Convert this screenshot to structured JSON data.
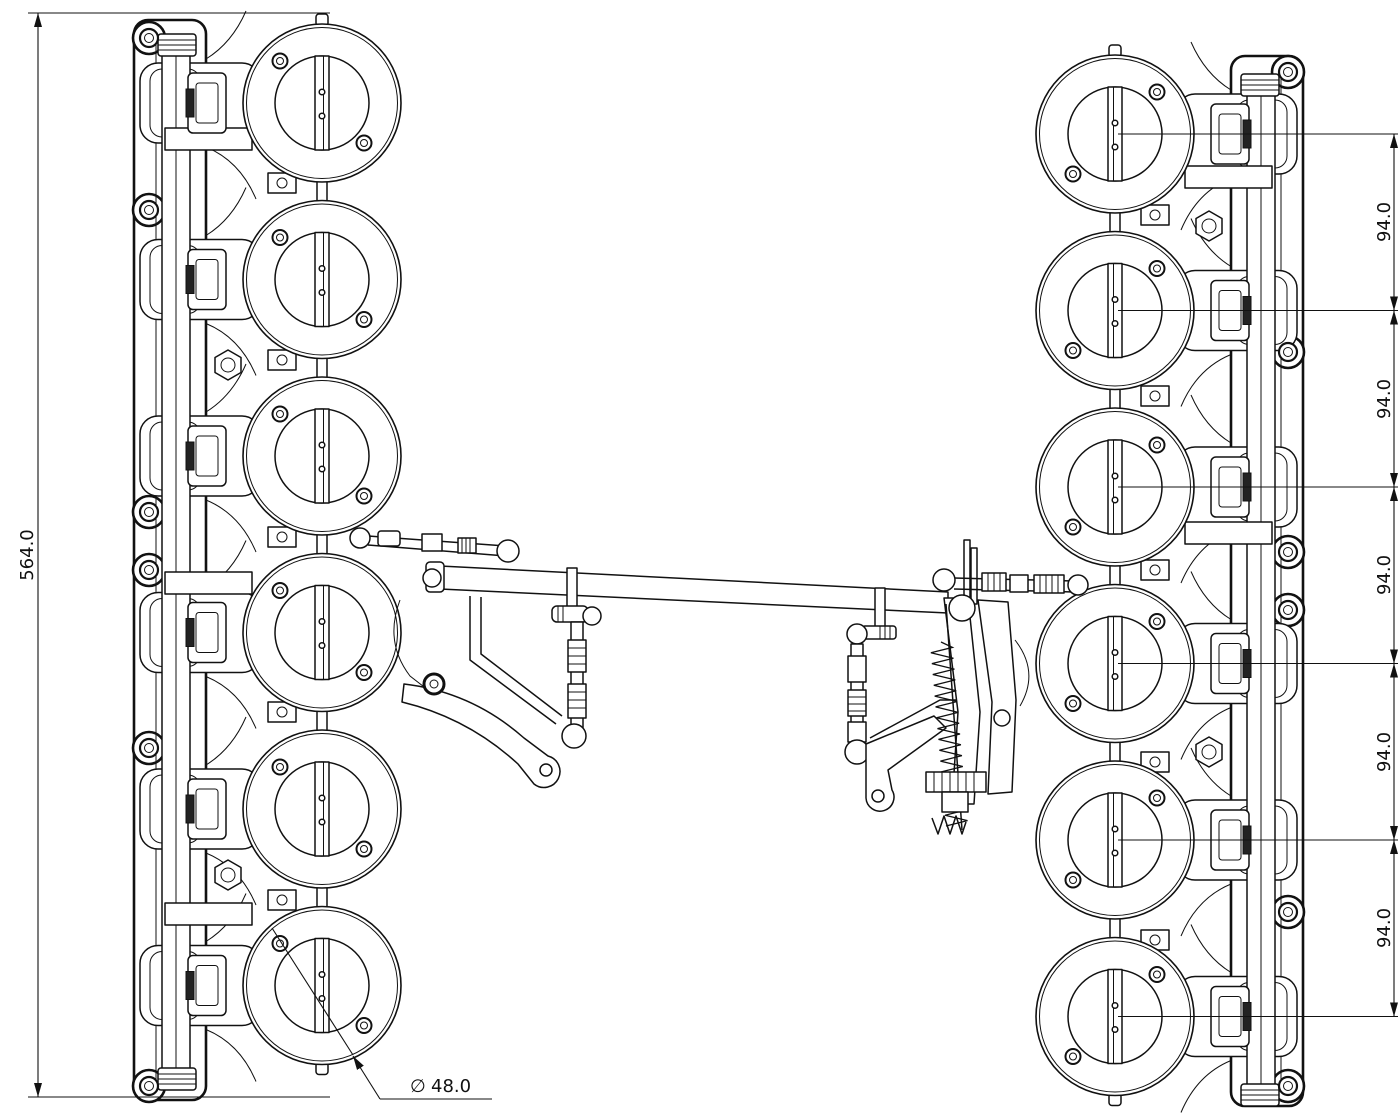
{
  "dimensions": {
    "overall_height": "564.0",
    "pitch": [
      "94.0",
      "94.0",
      "94.0",
      "94.0",
      "94.0"
    ],
    "bore_diameter": {
      "symbol": "∅",
      "value": "48.0"
    }
  }
}
